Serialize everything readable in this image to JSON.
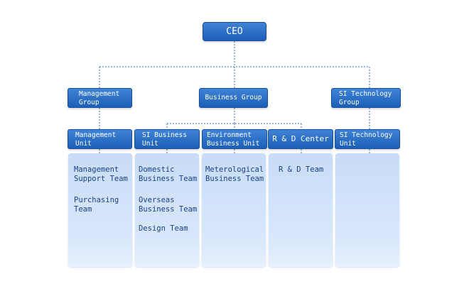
{
  "chart": {
    "ceo": "CEO",
    "groups": [
      {
        "id": "mgmt-group",
        "label": "Management\nGroup"
      },
      {
        "id": "business-group",
        "label": "Business Group"
      },
      {
        "id": "si-tech-group",
        "label": "SI Technology\nGroup"
      }
    ],
    "units": [
      {
        "id": "mgmt-unit",
        "label": "Management\nUnit",
        "teams": [
          "Management\nSupport Team",
          "Purchasing\nTeam"
        ]
      },
      {
        "id": "si-business-unit",
        "label": "SI Business\nUnit",
        "teams": [
          "Domestic\nBusiness Team",
          "Overseas\nBusiness Team",
          "Design Team"
        ]
      },
      {
        "id": "environment-unit",
        "label": "Environment\nBusiness Unit",
        "teams": [
          "Meterological\nBusiness Team"
        ]
      },
      {
        "id": "rd-center",
        "label": "R & D Center",
        "teams": [
          "R & D Team"
        ]
      },
      {
        "id": "si-tech-unit",
        "label": "SI Technology\nUnit",
        "teams": []
      }
    ]
  }
}
